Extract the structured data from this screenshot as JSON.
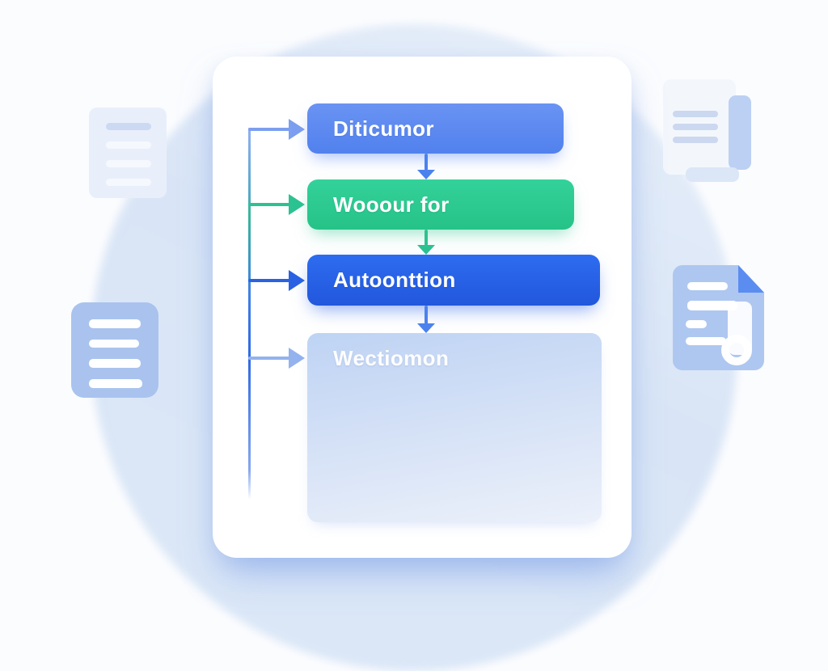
{
  "background": {
    "page_color": "#fbfcfe",
    "circle_color": "#d9e5f6"
  },
  "card": {
    "color": "#ffffff"
  },
  "flowchart": {
    "nodes": [
      {
        "label": "Diticumor",
        "color": "#5e8bf2"
      },
      {
        "label": "Wooour for",
        "color": "#2dcb92"
      },
      {
        "label": "Autoonttion",
        "color": "#2a63e8"
      },
      {
        "label": "Wectiomon",
        "color": "#c3d6f5"
      }
    ],
    "rail_arrow_colors": [
      "#7d9ff0",
      "#2cc292",
      "#2a62e4",
      "#93b2ee"
    ],
    "connector_colors": [
      "#4b82ee",
      "#2cc292",
      "#4b82ee"
    ]
  },
  "decorations": {
    "icons": [
      "document-lines-icon-top-left",
      "document-lines-icon-left",
      "document-pages-icon-top-right",
      "document-badge-icon-right"
    ]
  }
}
